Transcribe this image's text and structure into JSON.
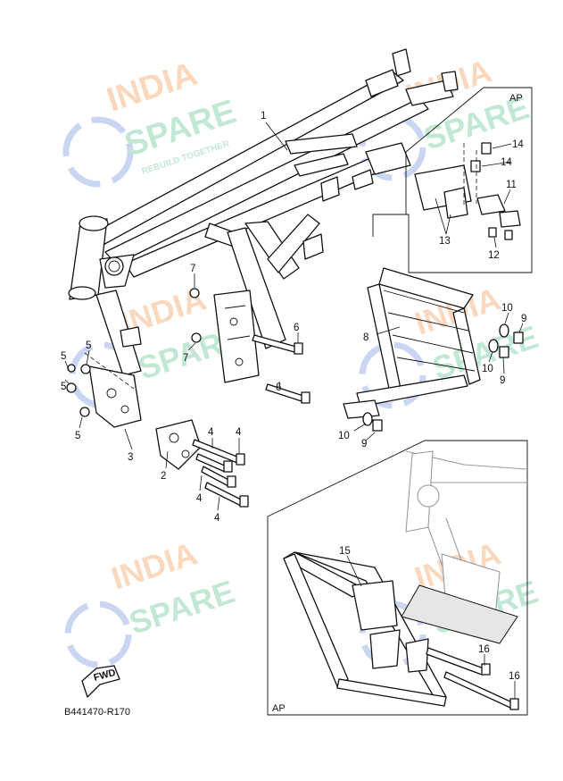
{
  "diagram": {
    "drawing_code": "B441470-R170",
    "inset_labels": {
      "top_inset": "AP",
      "bottom_inset": "AP"
    },
    "direction_label": "FWD",
    "watermark": {
      "line1": "INDIA",
      "line2": "SPARE",
      "tagline": "REBUILD TOGETHER"
    },
    "colors": {
      "watermark_orange": "#f6b98a",
      "watermark_green": "#8fd6b0",
      "watermark_blue": "#9fb3e6"
    },
    "callouts": [
      {
        "id": "c1",
        "text": "1"
      },
      {
        "id": "c2",
        "text": "2"
      },
      {
        "id": "c3",
        "text": "3"
      },
      {
        "id": "c4a",
        "text": "4"
      },
      {
        "id": "c4b",
        "text": "4"
      },
      {
        "id": "c4c",
        "text": "4"
      },
      {
        "id": "c4d",
        "text": "4"
      },
      {
        "id": "c5a",
        "text": "5"
      },
      {
        "id": "c5b",
        "text": "5"
      },
      {
        "id": "c5c",
        "text": "5"
      },
      {
        "id": "c5d",
        "text": "5"
      },
      {
        "id": "c6a",
        "text": "6"
      },
      {
        "id": "c6b",
        "text": "6"
      },
      {
        "id": "c7a",
        "text": "7"
      },
      {
        "id": "c7b",
        "text": "7"
      },
      {
        "id": "c8",
        "text": "8"
      },
      {
        "id": "c9a",
        "text": "9"
      },
      {
        "id": "c9b",
        "text": "9"
      },
      {
        "id": "c9c",
        "text": "9"
      },
      {
        "id": "c10a",
        "text": "10"
      },
      {
        "id": "c10b",
        "text": "10"
      },
      {
        "id": "c10c",
        "text": "10"
      },
      {
        "id": "c11",
        "text": "11"
      },
      {
        "id": "c12",
        "text": "12"
      },
      {
        "id": "c13",
        "text": "13"
      },
      {
        "id": "c14a",
        "text": "14"
      },
      {
        "id": "c14b",
        "text": "14"
      },
      {
        "id": "c15",
        "text": "15"
      },
      {
        "id": "c16a",
        "text": "16"
      },
      {
        "id": "c16b",
        "text": "16"
      }
    ]
  }
}
